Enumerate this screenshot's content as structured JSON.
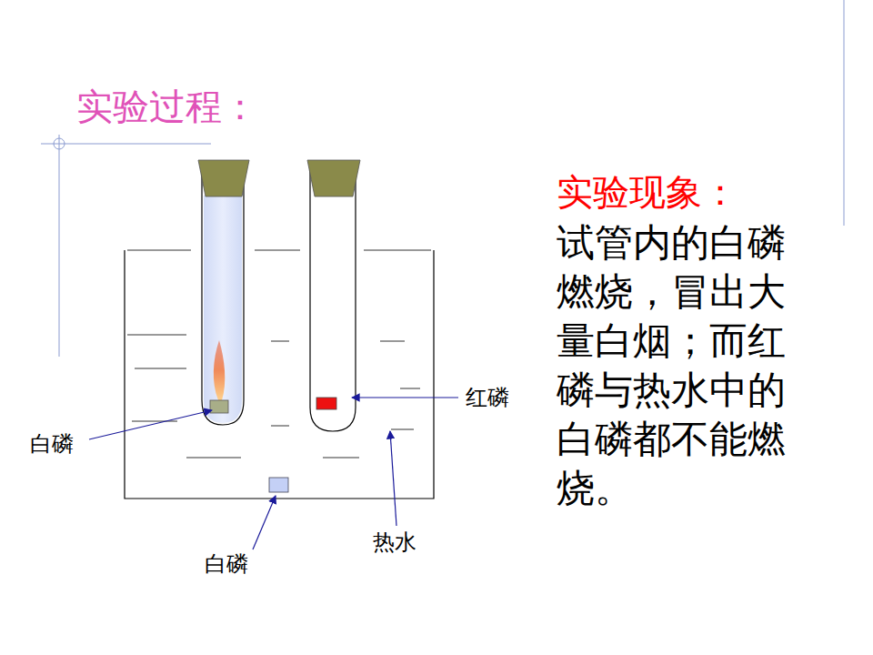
{
  "diagram": {
    "title": "实验过程：",
    "labels": [
      "实验现象：",
      "试管内的白磷燃烧，冒出大量白烟；而红磷与热水中的白磷都不能燃烧。",
      "红磷",
      "白磷",
      "热水",
      "白磷"
    ]
  }
}
